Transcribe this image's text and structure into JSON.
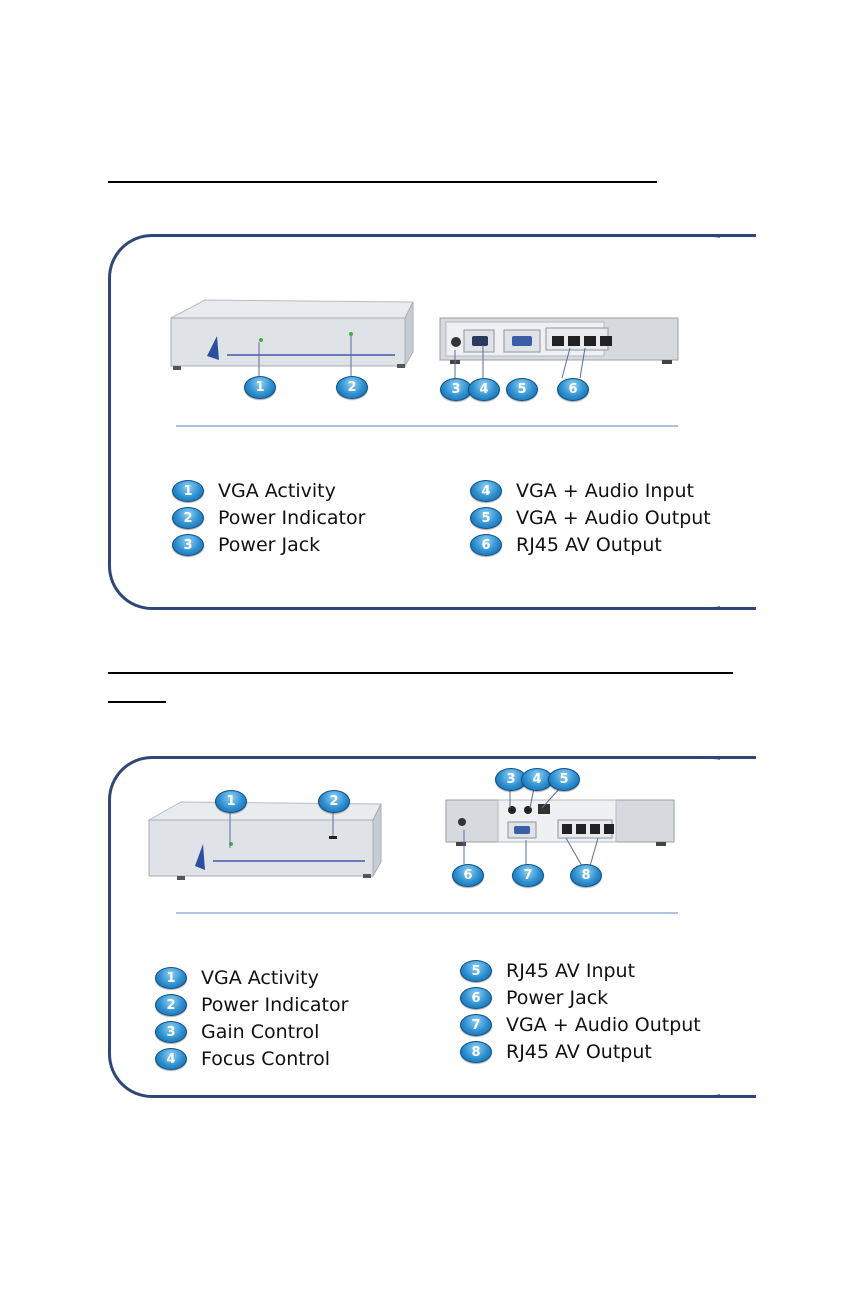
{
  "sections": [
    {
      "legend_left": [
        {
          "num": "1",
          "label": "VGA Activity"
        },
        {
          "num": "2",
          "label": "Power Indicator"
        },
        {
          "num": "3",
          "label": "Power Jack"
        }
      ],
      "legend_right": [
        {
          "num": "4",
          "label": "VGA + Audio Input"
        },
        {
          "num": "5",
          "label": "VGA + Audio Output"
        },
        {
          "num": "6",
          "label": "RJ45 AV Output"
        }
      ],
      "callouts": [
        "1",
        "2",
        "3",
        "4",
        "5",
        "6"
      ]
    },
    {
      "legend_left": [
        {
          "num": "1",
          "label": "VGA Activity"
        },
        {
          "num": "2",
          "label": "Power Indicator"
        },
        {
          "num": "3",
          "label": "Gain Control"
        },
        {
          "num": "4",
          "label": "Focus Control"
        }
      ],
      "legend_right": [
        {
          "num": "5",
          "label": "RJ45 AV Input"
        },
        {
          "num": "6",
          "label": "Power Jack"
        },
        {
          "num": "7",
          "label": "VGA + Audio Output"
        },
        {
          "num": "8",
          "label": "RJ45 AV Output"
        }
      ],
      "callouts": [
        "1",
        "2",
        "3",
        "4",
        "5",
        "6",
        "7",
        "8"
      ]
    }
  ],
  "colors": {
    "panel_border": "#2f4677",
    "divider": "#aec3de",
    "callout": "#2d8fd0"
  }
}
